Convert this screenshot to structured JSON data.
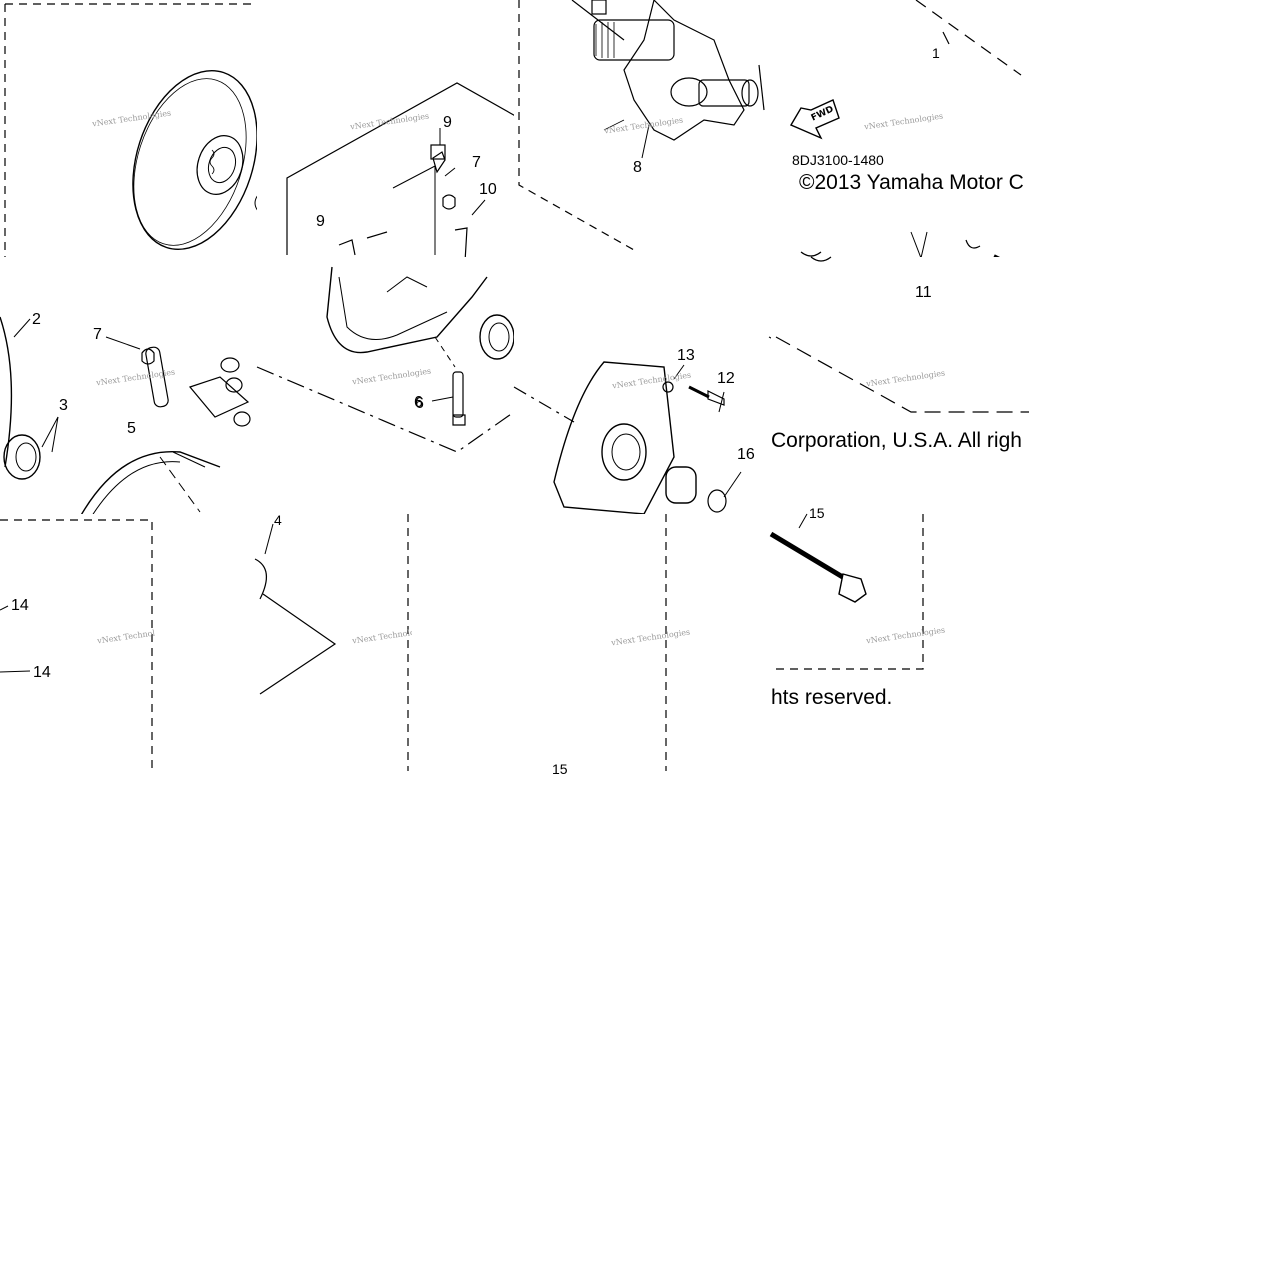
{
  "diagram": {
    "callouts": [
      "1",
      "2",
      "3",
      "4",
      "5",
      "6",
      "6",
      "7",
      "7",
      "8",
      "9",
      "9",
      "10",
      "11",
      "12",
      "13",
      "14",
      "14",
      "15",
      "15",
      "16"
    ],
    "watermark": "vNext Technologies",
    "drawing_code": "8DJ3100-1480",
    "copyright": {
      "line1": "©2013 Yamaha Motor C",
      "line2": "Corporation, U.S.A. All righ",
      "line3": "hts reserved."
    },
    "fwd_label": "FWD",
    "colors": {
      "line": "#000000",
      "watermark": "#9a9a9a",
      "background": "#ffffff"
    }
  }
}
